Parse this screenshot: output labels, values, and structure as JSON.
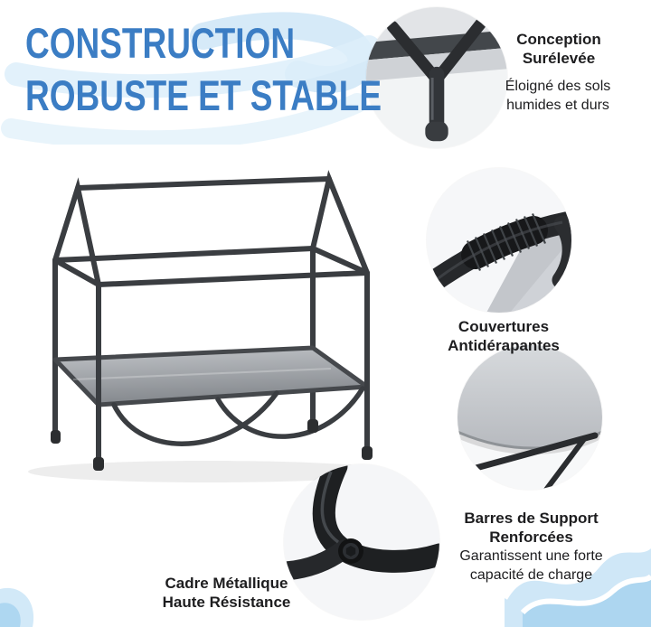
{
  "title": {
    "line1": "CONSTRUCTION",
    "line2": "ROBUSTE ET STABLE"
  },
  "features": [
    {
      "heading": "Conception Surélevée",
      "body": "Éloigné des sols humides et durs"
    },
    {
      "heading": "Couvertures Antidérapantes"
    },
    {
      "heading": "Barres de Support Renforcées",
      "body": "Garantissent une forte capacité de charge"
    },
    {
      "heading": "Cadre Métallique Haute Résistance"
    }
  ],
  "images": {
    "product": "house-frame-elevated-pet-bed",
    "detail_leg": "raised-leg-foot-detail",
    "detail_cover": "non-slip-cover-detail",
    "detail_bar": "reinforced-support-bar-detail",
    "detail_joint": "metal-frame-joint-detail"
  },
  "colors": {
    "title_blue": "#3b7dc4",
    "accent_light_blue": "#cfe7f7",
    "accent_mid_blue": "#add6f0",
    "frame_dark": "#3a3d41",
    "fabric_gray": "#a7abb0"
  }
}
